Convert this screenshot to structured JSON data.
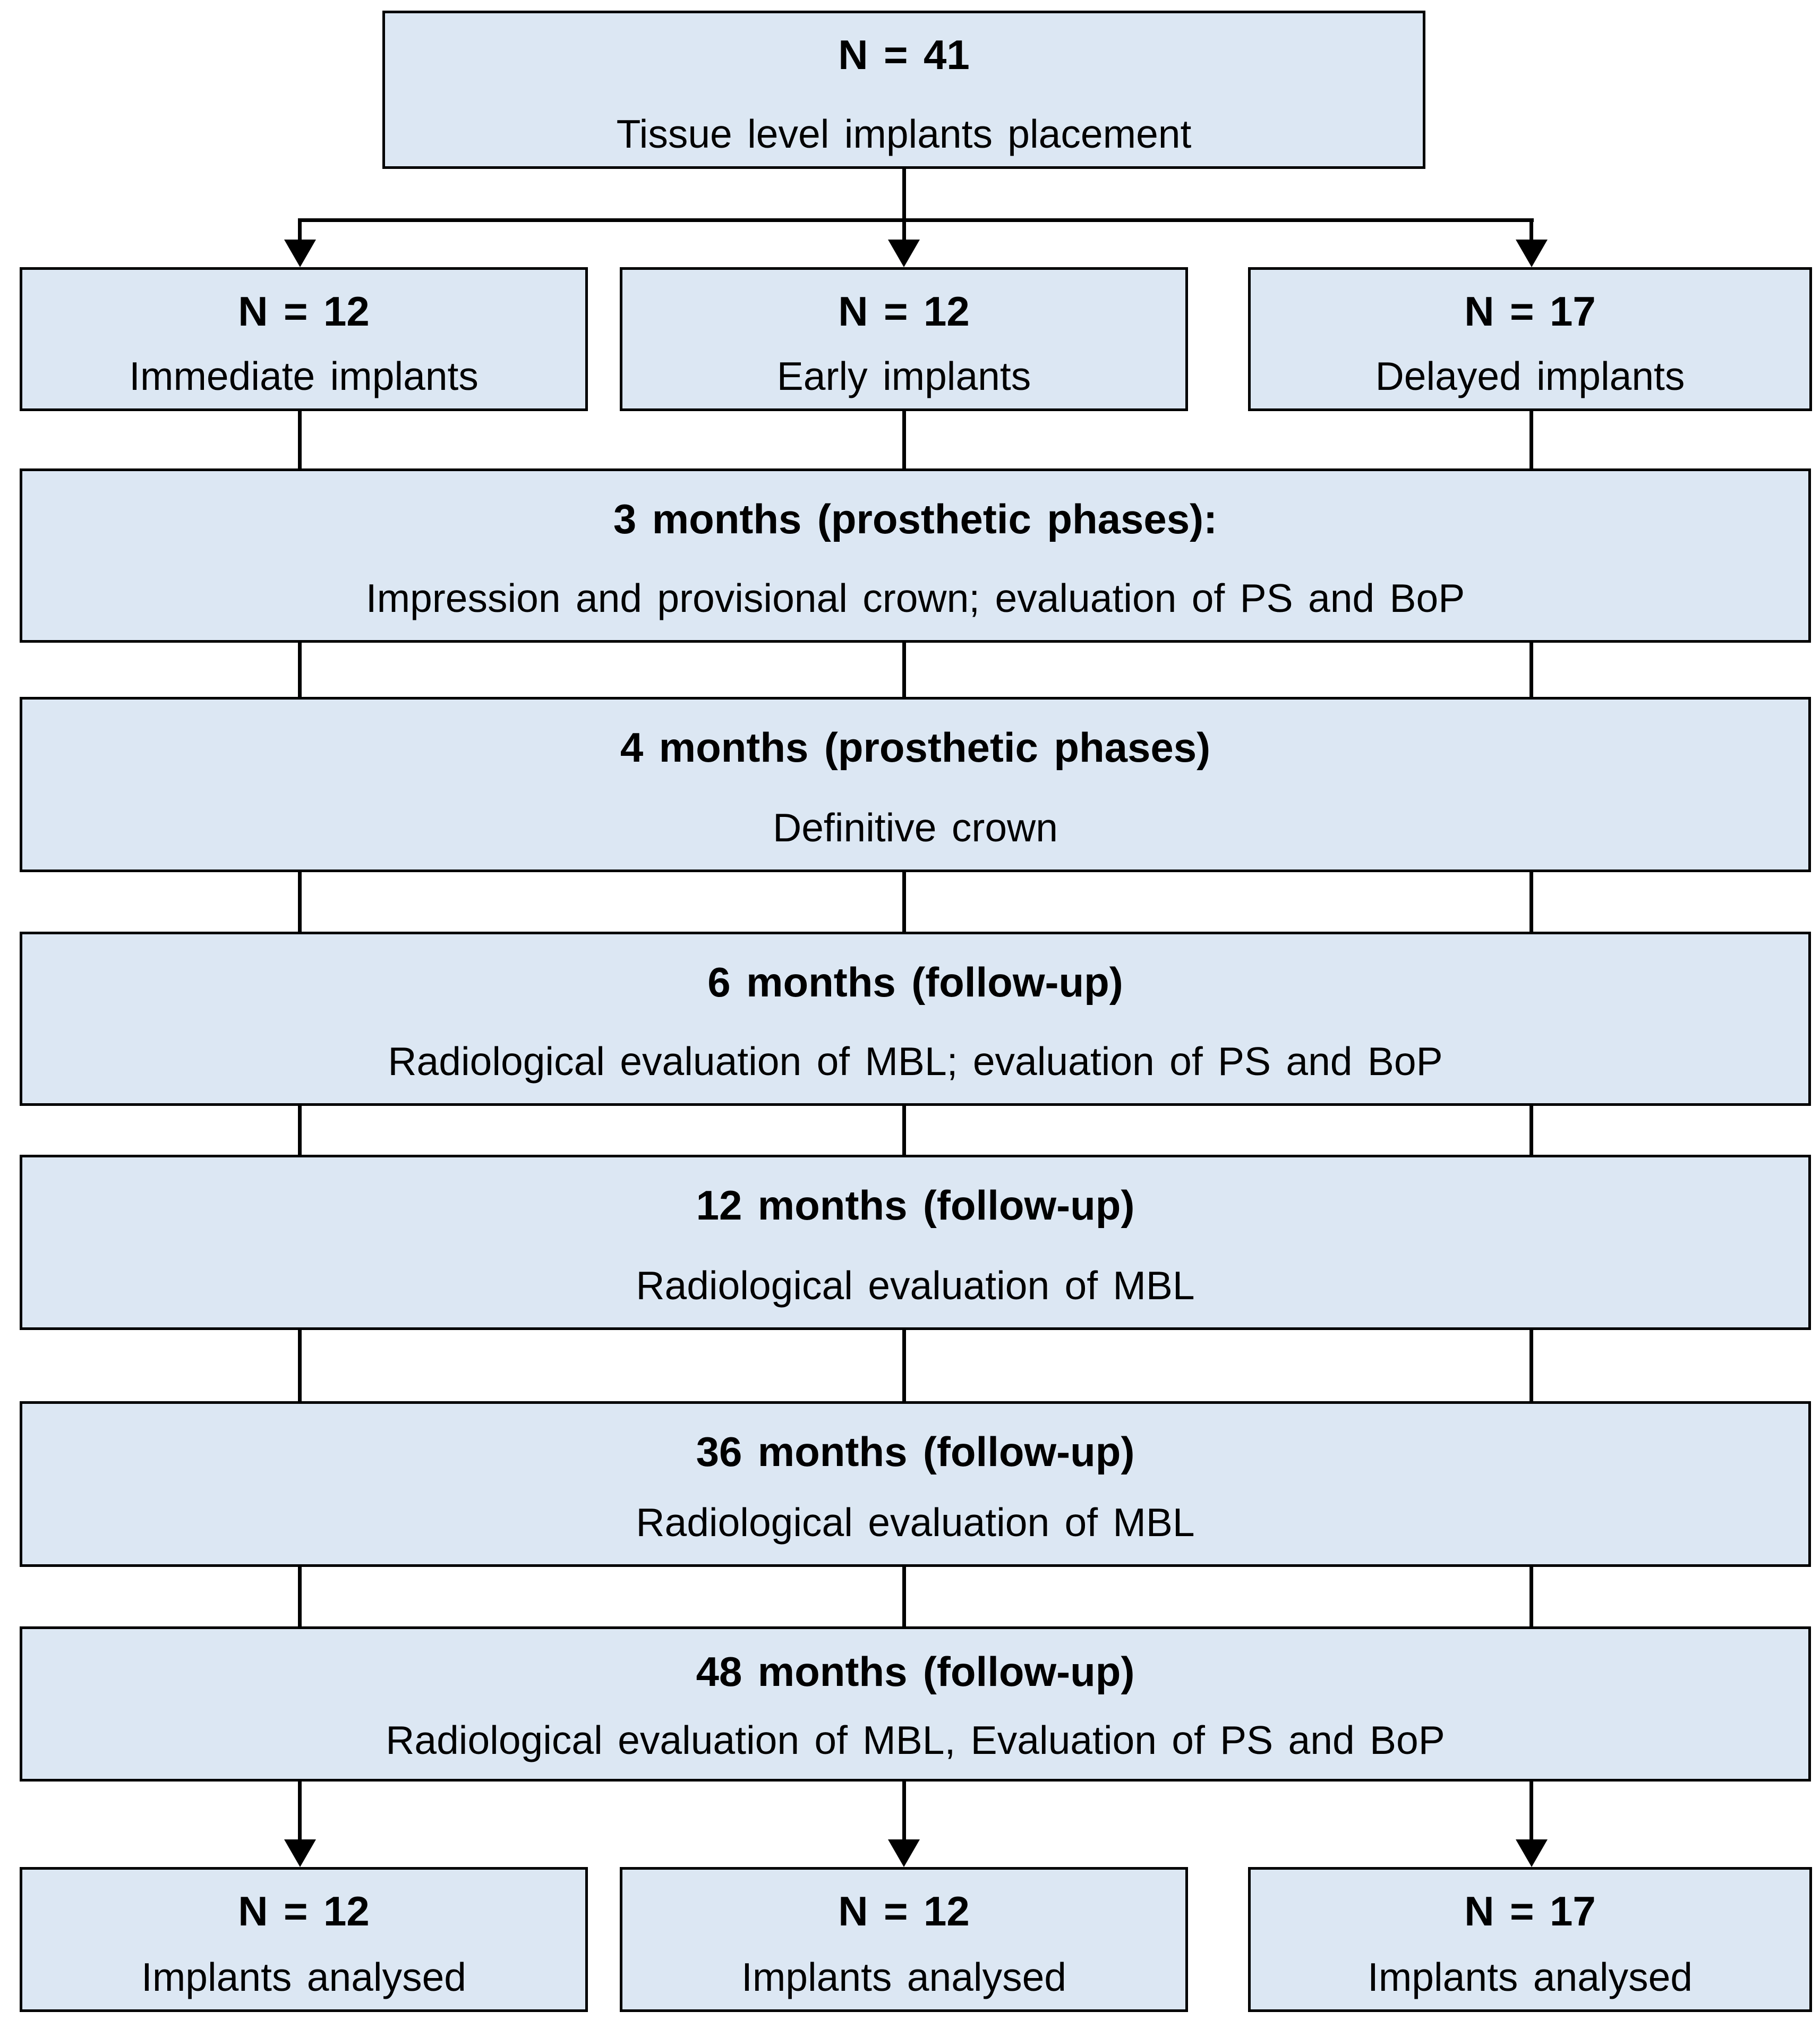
{
  "colors": {
    "box_fill": "#dce7f3",
    "box_border": "#000000",
    "connector": "#000000",
    "text": "#000000",
    "background": "#ffffff"
  },
  "top_box": {
    "n": "N = 41",
    "label": "Tissue level implants placement"
  },
  "group_boxes": [
    {
      "n": "N = 12",
      "label": "Immediate implants"
    },
    {
      "n": "N = 12",
      "label": "Early implants"
    },
    {
      "n": "N = 17",
      "label": "Delayed implants"
    }
  ],
  "stage_boxes": [
    {
      "title": "3 months (prosthetic phases):",
      "detail": "Impression and provisional crown; evaluation of PS and BoP"
    },
    {
      "title": "4 months (prosthetic phases)",
      "detail": "Definitive crown"
    },
    {
      "title": "6 months (follow-up)",
      "detail": "Radiological evaluation of MBL; evaluation of PS and BoP"
    },
    {
      "title": "12 months (follow-up)",
      "detail": "Radiological evaluation of MBL"
    },
    {
      "title": "36 months (follow-up)",
      "detail": "Radiological evaluation of MBL"
    },
    {
      "title": "48 months (follow-up)",
      "detail": "Radiological evaluation of MBL, Evaluation of PS and BoP"
    }
  ],
  "outcome_boxes": [
    {
      "n": "N = 12",
      "label": "Implants analysed"
    },
    {
      "n": "N = 12",
      "label": "Implants analysed"
    },
    {
      "n": "N = 17",
      "label": "Implants analysed"
    }
  ]
}
